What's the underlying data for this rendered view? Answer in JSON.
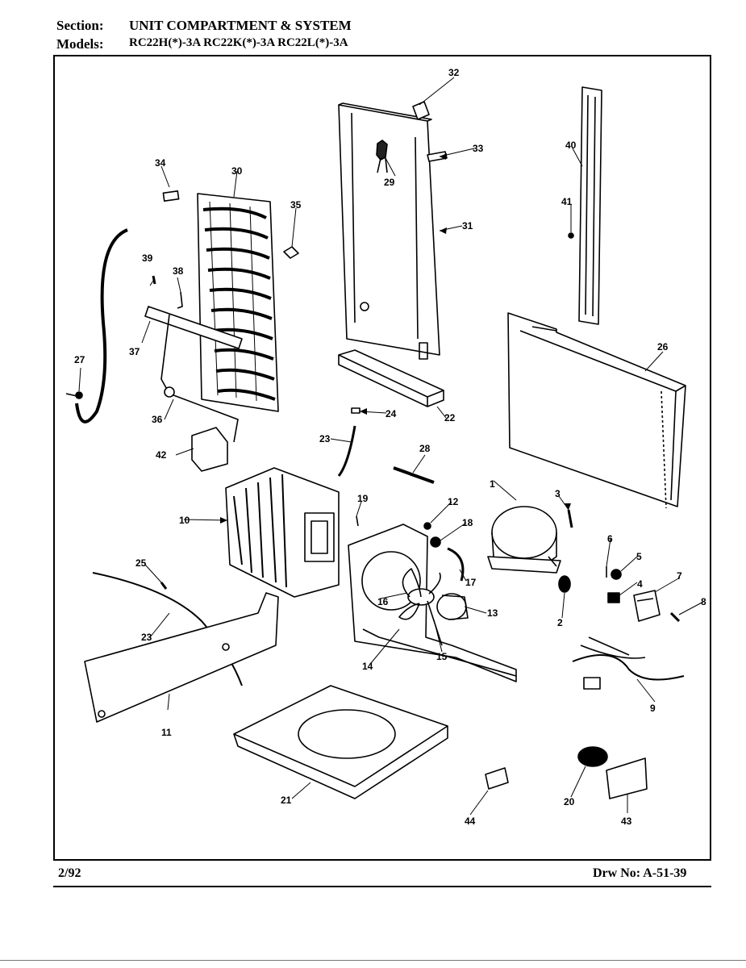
{
  "header": {
    "section_label": "Section:",
    "section_value": "UNIT COMPARTMENT & SYSTEM",
    "models_label": "Models:",
    "models_value": "RC22H(*)-3A  RC22K(*)-3A  RC22L(*)-3A"
  },
  "footer": {
    "date": "2/92",
    "drawing_number": "Drw No: A-51-39"
  },
  "part_numbers": [
    "1",
    "2",
    "3",
    "4",
    "5",
    "6",
    "7",
    "8",
    "9",
    "10",
    "11",
    "12",
    "13",
    "14",
    "15",
    "16",
    "17",
    "18",
    "19",
    "20",
    "21",
    "22",
    "23",
    "23",
    "24",
    "25",
    "26",
    "27",
    "28",
    "29",
    "30",
    "31",
    "32",
    "33",
    "34",
    "35",
    "36",
    "37",
    "38",
    "39",
    "40",
    "41",
    "42",
    "43",
    "44"
  ]
}
